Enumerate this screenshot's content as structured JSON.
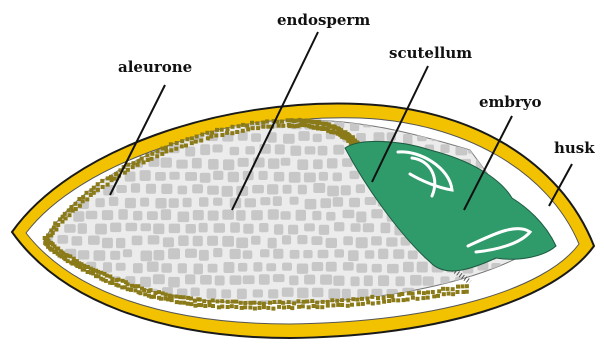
{
  "labels": {
    "aleurone": "aleurone",
    "endosperm": "endosperm",
    "scutellum": "scutellum",
    "embryo": "embryo",
    "husk": "husk"
  },
  "colors": {
    "husk": "#f2c200",
    "husk_edge": "#1a1a1a",
    "aleurone_cell": "#8a7a18",
    "endosperm_fill": "#ececec",
    "endosperm_cell": "#c7c7c7",
    "embryo": "#2f9a6a",
    "leader_line": "#111111"
  }
}
